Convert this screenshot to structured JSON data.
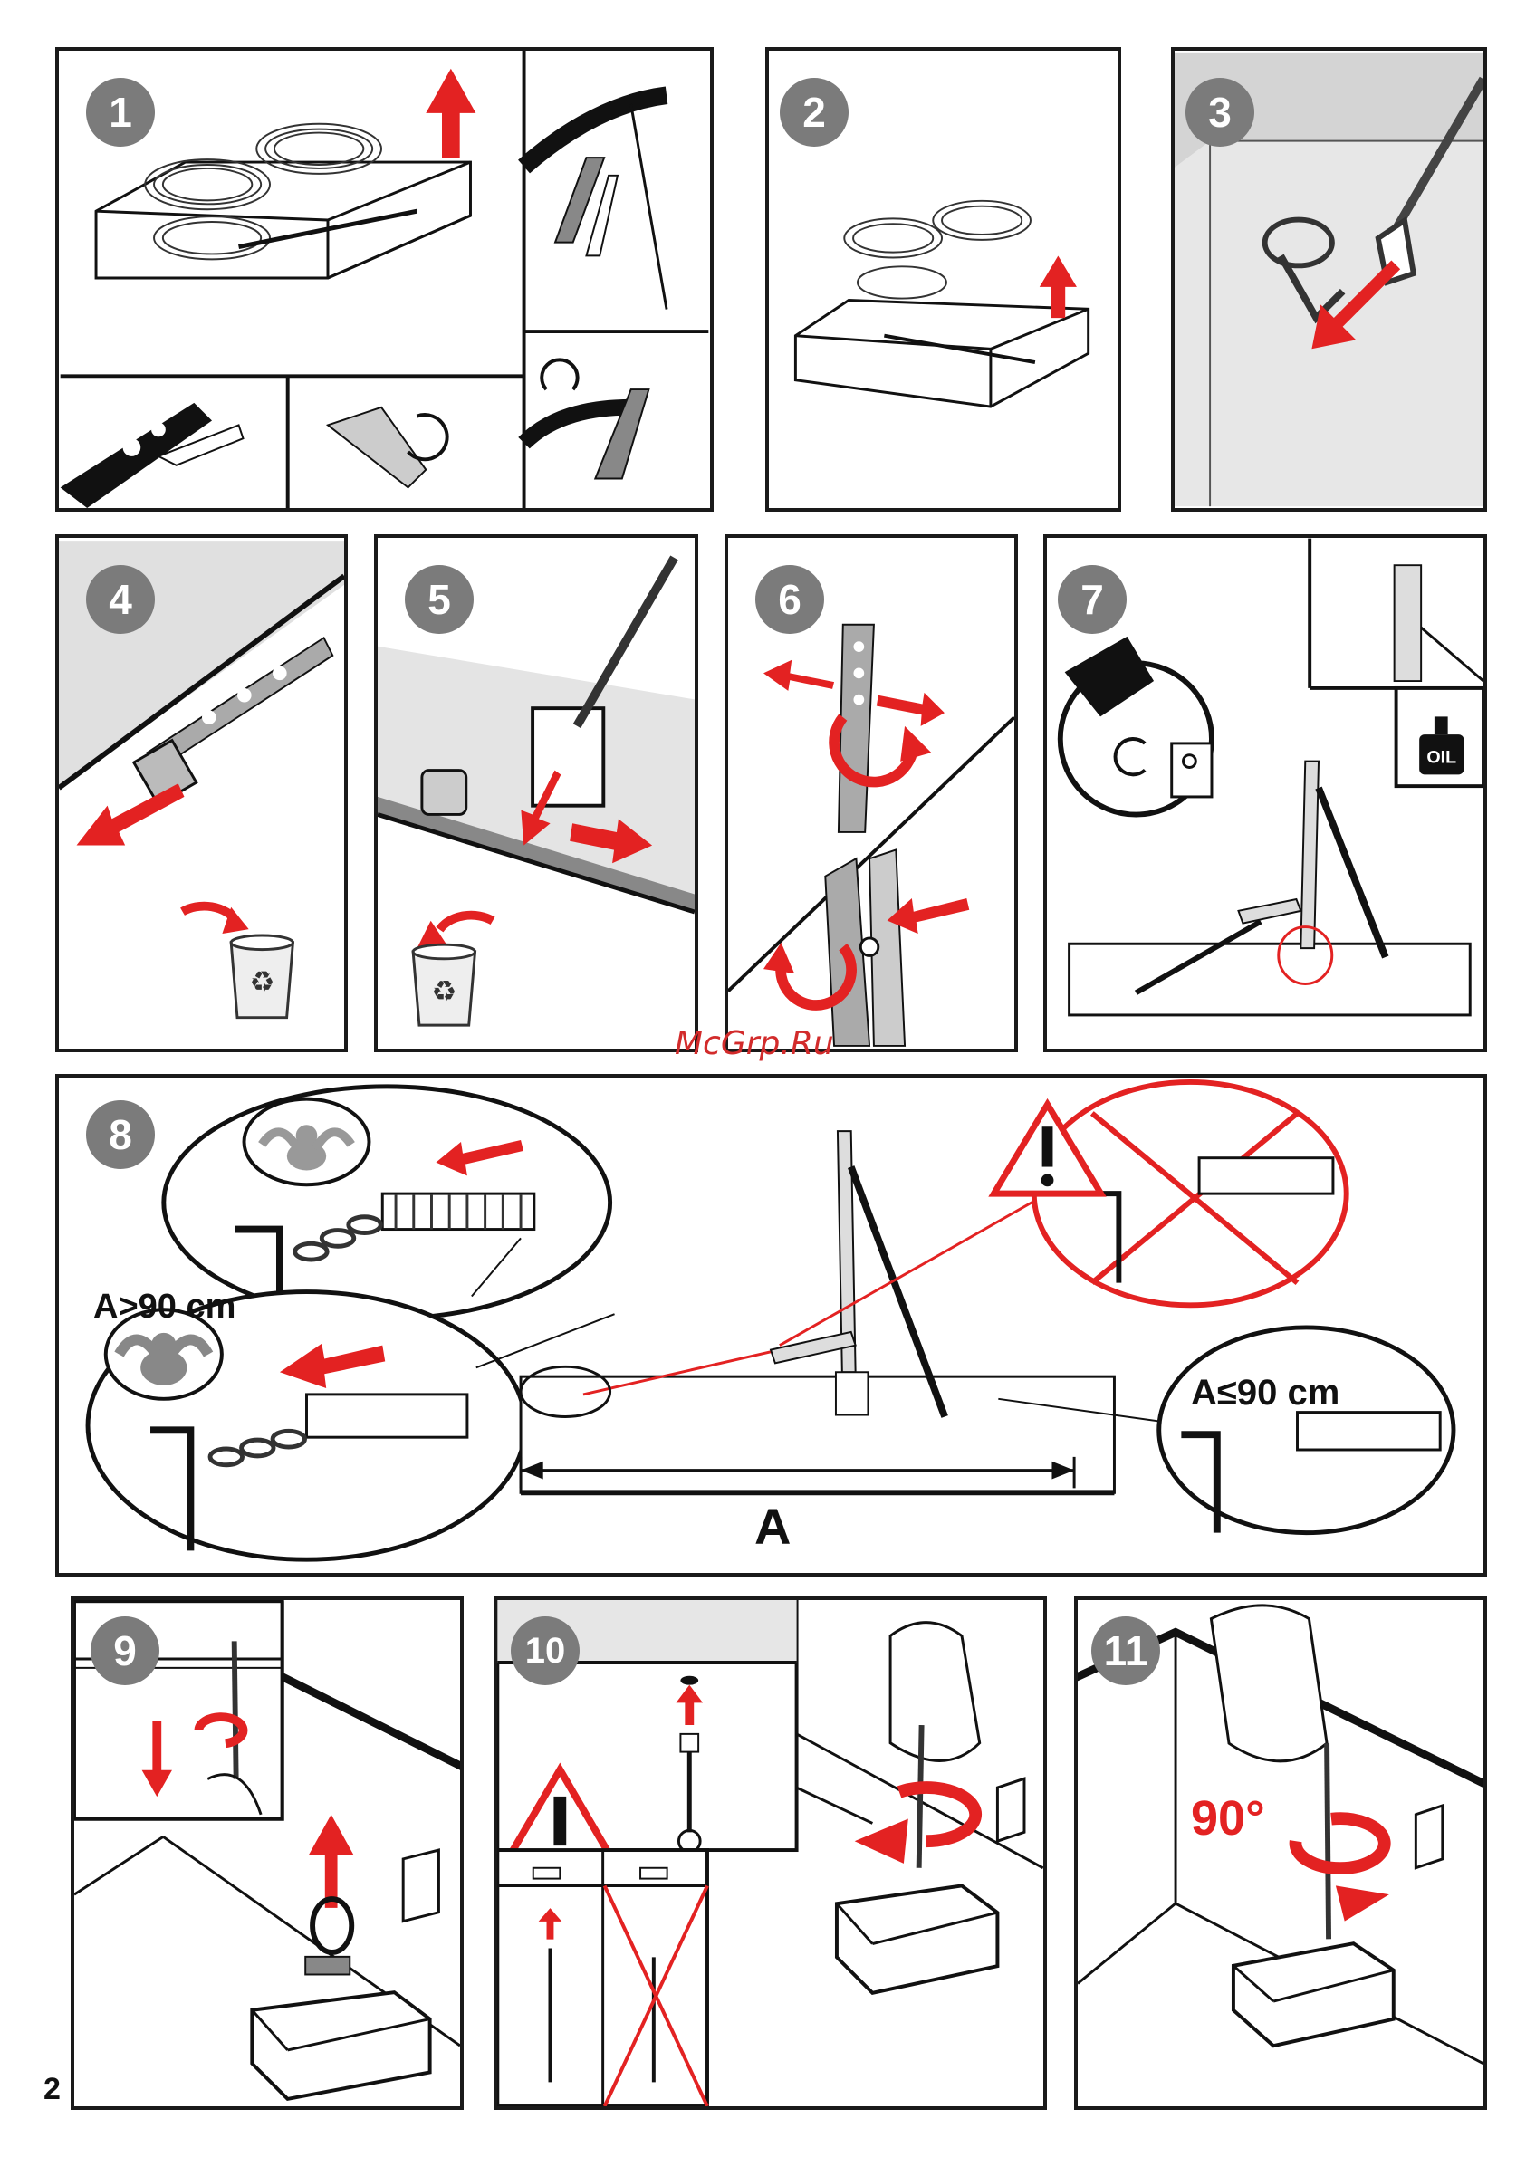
{
  "steps": [
    "1",
    "2",
    "3",
    "4",
    "5",
    "6",
    "7",
    "8",
    "9",
    "10",
    "11"
  ],
  "labels": {
    "oil": "OIL",
    "a_gt": "A>90 cm",
    "a_le": "A≤90 cm",
    "a": "A",
    "angle": "90°"
  },
  "watermark": "McGrp.Ru",
  "page_number": "2",
  "colors": {
    "accent": "#e32222",
    "badge": "#7b7b7b",
    "frame": "#1a1a1a"
  },
  "icons": [
    "arrow-up-icon",
    "arrow-down-icon",
    "rotate-icon",
    "trash-recycle-icon",
    "warning-triangle-icon",
    "prohibited-icon",
    "oil-bottle-icon",
    "strong-man-icon",
    "screwdriver-icon"
  ]
}
